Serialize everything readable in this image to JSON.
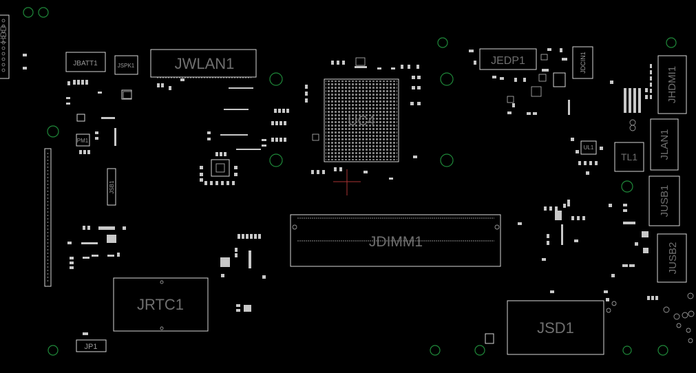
{
  "colors": {
    "background": "#000000",
    "outline": "#d8d8d8",
    "label": "#6f6f6f",
    "mounting_hole": "#1f8a3a",
    "marker": "#aa3333"
  },
  "labels": {
    "hdd": "HDD",
    "jbatt1": "JBATT1",
    "jspk1": "JSPK1",
    "jwlan1": "JWLAN1",
    "uc4": "UC4",
    "jedp1": "JEDP1",
    "jdcin1": "JDCIN1",
    "jhdmi1": "JHDMI1",
    "pm1": "PM1",
    "jsb1": "JSB1",
    "ul1": "UL1",
    "tl1": "TL1",
    "jlan1": "JLAN1",
    "jusb1": "JUSB1",
    "jusb2": "JUSB2",
    "jdimm1": "JDIMM1",
    "jrtc1": "JRTC1",
    "jsd1": "JSD1",
    "jp1": "JP1"
  }
}
